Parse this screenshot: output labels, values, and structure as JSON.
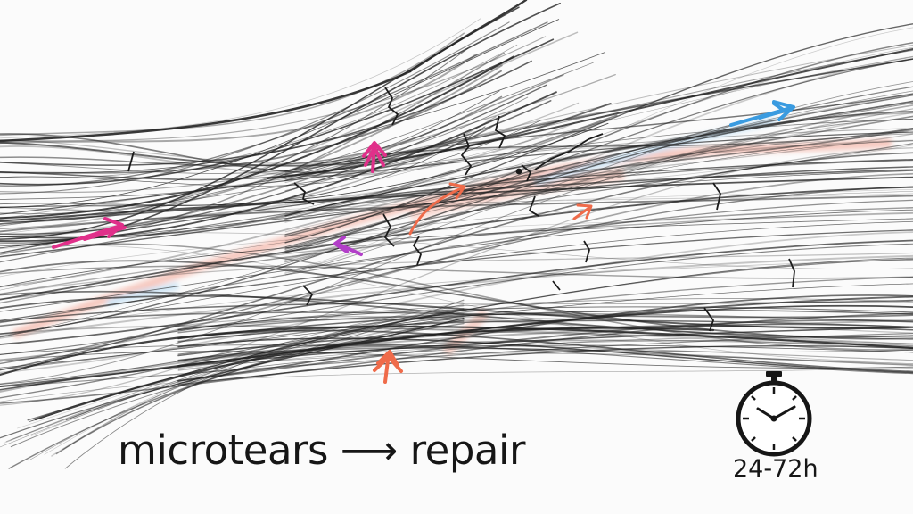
{
  "caption": {
    "text_left": "microtears",
    "arrow": "⟶",
    "text_right": "repair"
  },
  "timer": {
    "icon": "stopwatch-icon",
    "label": "24-72h"
  },
  "colors": {
    "ink": "#161616",
    "magenta": "#e0308a",
    "purple": "#b23fc8",
    "orange_red": "#ef6b4a",
    "blue": "#3a9be0"
  }
}
